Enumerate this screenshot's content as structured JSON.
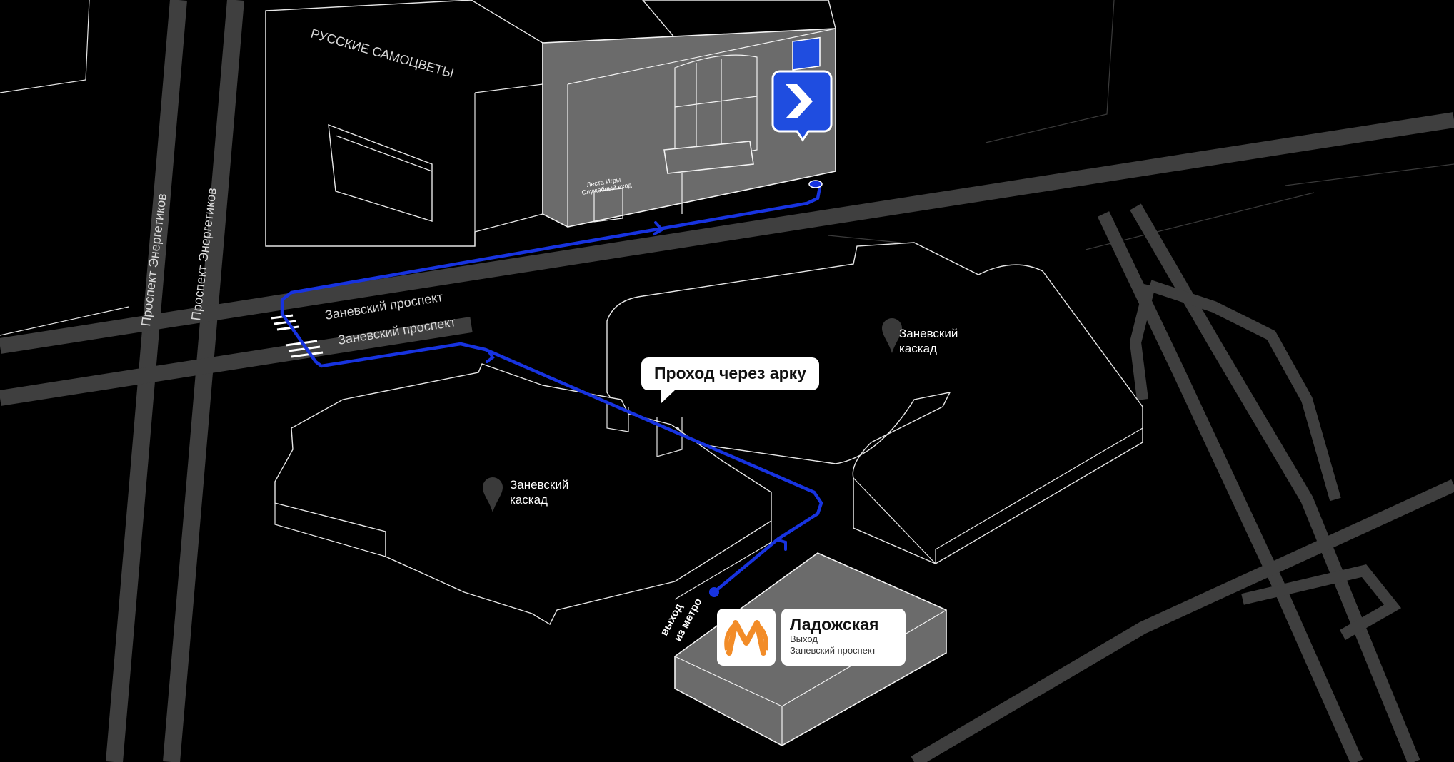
{
  "map": {
    "roads": {
      "prospekt_energetikov_left": "Проспект Энергетиков",
      "prospekt_energetikov_right": "Проспект Энергетиков",
      "zanevsky_upper": "Заневский проспект",
      "zanevsky_lower": "Заневский проспект"
    },
    "buildings": {
      "russkie_samotsvety": "РУССКИЕ САМОЦВЕТЫ",
      "lesta_line1": "Леста Игры",
      "lesta_line2": "Служебный вход"
    },
    "places": {
      "zanevsky_kaskad_right_line1": "Заневский",
      "zanevsky_kaskad_right_line2": "каскад",
      "zanevsky_kaskad_left_line1": "Заневский",
      "zanevsky_kaskad_left_line2": "каскад"
    },
    "callout": "Проход через арку",
    "metro_exit_line1": "выход",
    "metro_exit_line2": "из метро",
    "metro": {
      "station": "Ладожская",
      "sub_line1": "Выход",
      "sub_line2": "Заневский проспект",
      "logo_color": "#f28c28"
    },
    "colors": {
      "route": "#1733e0",
      "destination_marker": "#1f4de0",
      "road": "#3f3f3f"
    },
    "icons": [
      "destination-arrow-icon",
      "place-pin-icon",
      "metro-logo-icon",
      "route-arrow-icon"
    ]
  }
}
